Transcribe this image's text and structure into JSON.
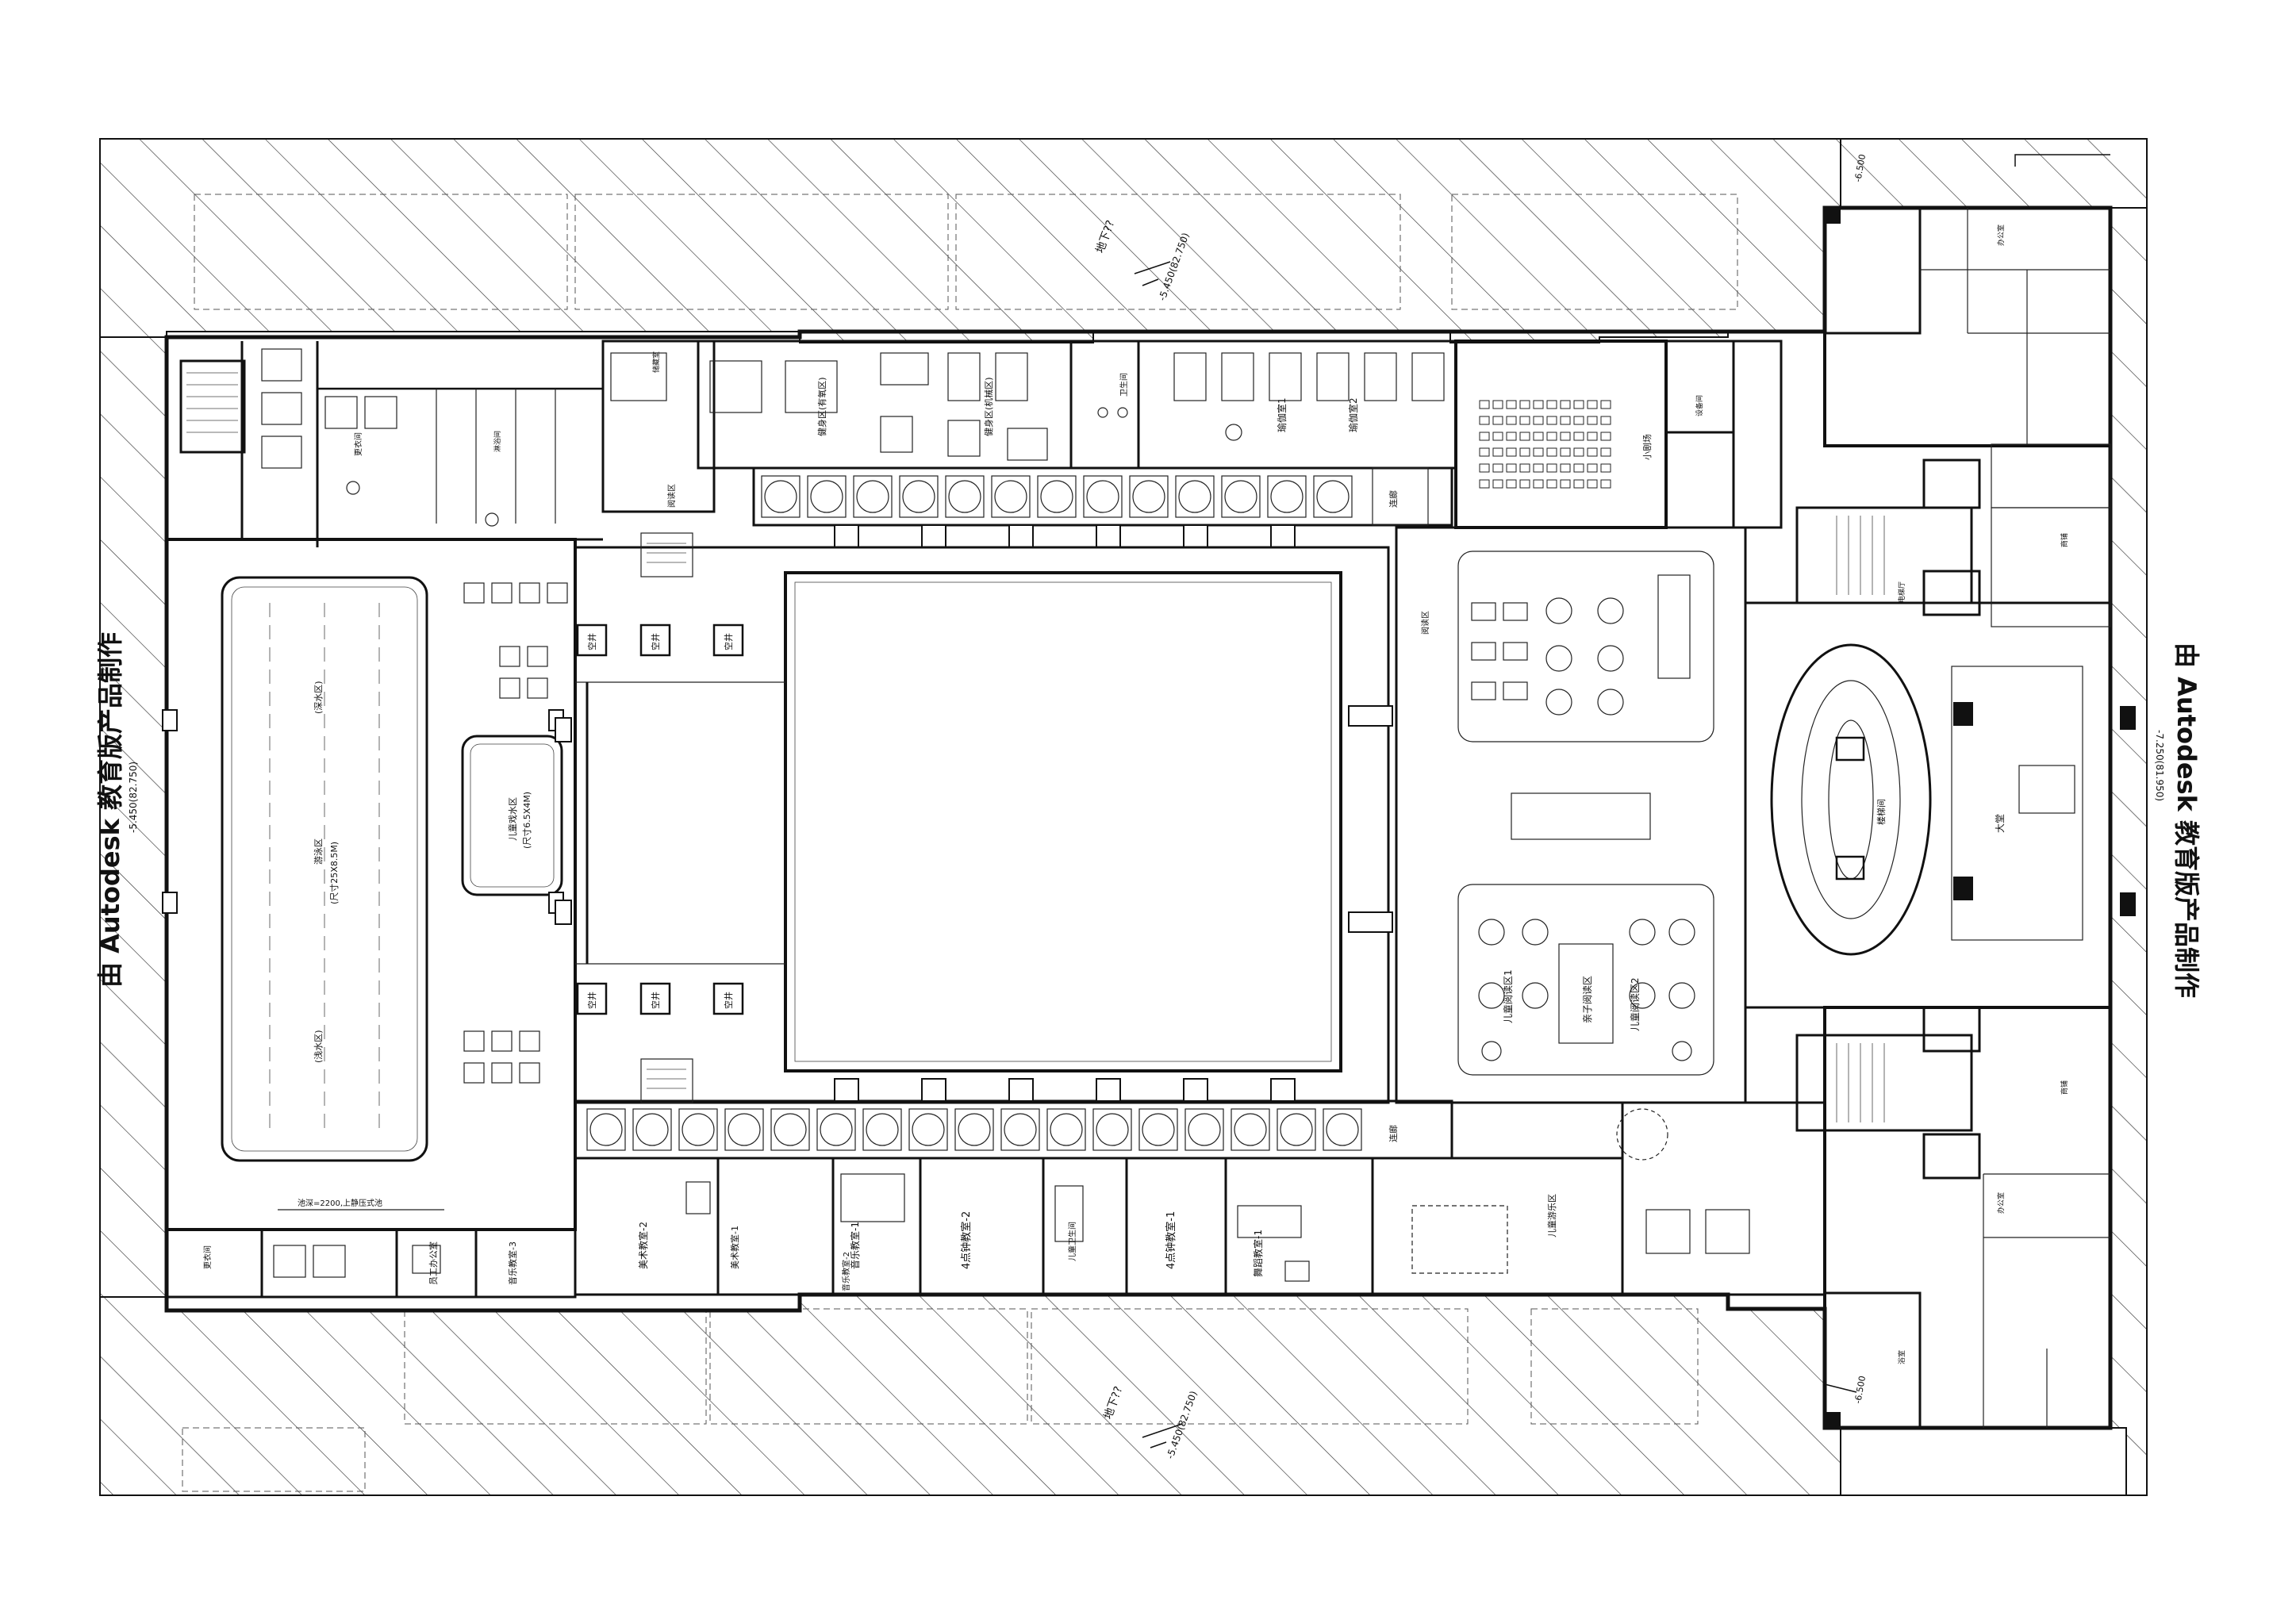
{
  "watermark": "由 Autodesk 教育版产品制作",
  "level_north": "地下??",
  "level_south": "地下??",
  "elev_north": "-5.450(82.750)",
  "elev_south": "-5.450(82.750)",
  "elev_left": "-5.450(82.750)",
  "elev_right": "-7.250(81.950)",
  "elev_corner": "-6.500",
  "rooms": {
    "pool_main": "游泳区",
    "pool_main_dim": "(尺寸25X8.5M)",
    "pool_lane_top": "(深水区)",
    "pool_lane_bottom": "(浅水区)",
    "pool_kids": "儿童戏水区",
    "pool_kids_dim": "(尺寸6.5X4M)",
    "pool_depth_note": "池深=2200,上静压式池",
    "fitness_1": "健身区(有氧区)",
    "fitness_2": "健身区(机械区)",
    "yoga_1": "瑜伽室1",
    "yoga_2": "瑜伽室2",
    "cinema": "小剧场",
    "reading": "阅读区",
    "kids_play": "儿童游乐区",
    "kids_reading_1": "儿童阅读区1",
    "kids_reading_2": "儿童阅读区2",
    "family_reading": "亲子阅读区",
    "lobby": "大堂",
    "art_2": "美术教室-2",
    "art_1": "美术教室-1",
    "music_2": "音乐教室-2",
    "music_1": "音乐教室-1",
    "music_3": "音乐教室-3",
    "sing_2": "4点钟教室-2",
    "sing_1": "4点钟教室-1",
    "dance_1": "舞蹈教室-1",
    "kids_wc": "儿童卫生间",
    "staff_office": "员工办公室",
    "locker": "更衣间",
    "wc": "卫生间",
    "shower": "淋浴间",
    "lift_hall": "电梯厅",
    "stair": "楼梯间",
    "walkway": "连廊",
    "void": "空井",
    "storage": "储藏室",
    "equipment": "设备间",
    "office": "办公室",
    "shop": "商铺",
    "bath": "浴室"
  }
}
